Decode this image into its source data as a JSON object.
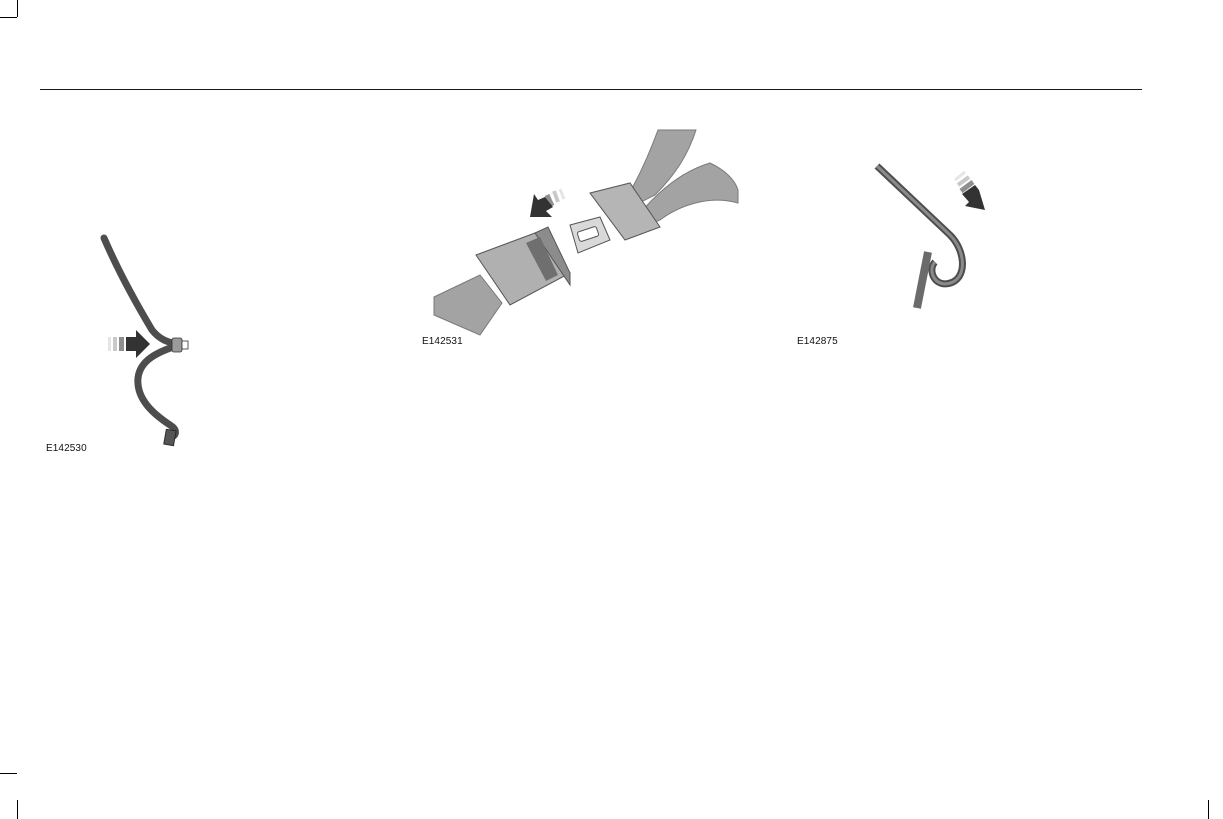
{
  "figures": [
    {
      "id": "fig1",
      "code": "E142530"
    },
    {
      "id": "fig2",
      "code": "E142531"
    },
    {
      "id": "fig3",
      "code": "E142875"
    }
  ],
  "colors": {
    "belt_dark": "#4d4d4d",
    "belt_light": "#9a9a9a",
    "buckle_face": "#b5b5b5",
    "buckle_shade": "#8c8c8c",
    "arrow": "#333333",
    "rule": "#1a1a1a"
  }
}
